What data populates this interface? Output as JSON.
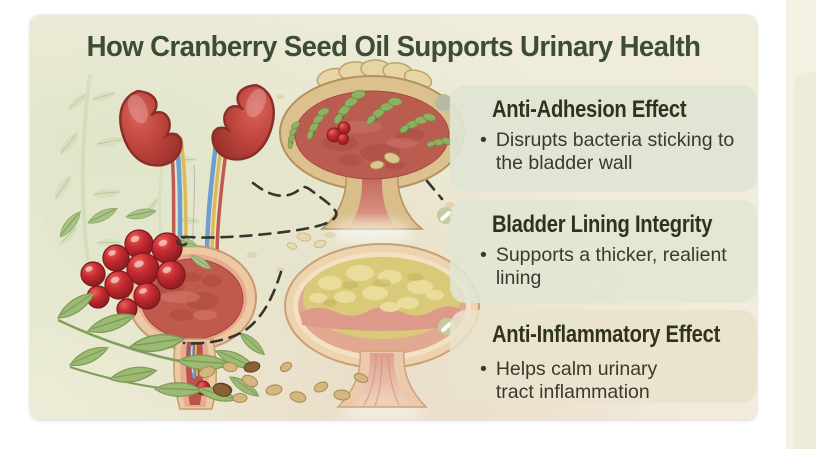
{
  "title": "How Cranberry Seed Oil Supports Urinary Health",
  "cards": [
    {
      "title": "Anti-Adhesion Effect",
      "bullet": "•",
      "body": "Disrupts bacteria sticking to the bladder wall",
      "icon": "dot"
    },
    {
      "title": "Bladder Lining Integrity",
      "bullet": "•",
      "body": "Supports a thicker, realient lining",
      "icon": "capsule"
    },
    {
      "title": "Anti-Inflammatory Effect",
      "bullet": "•",
      "body": "Helps calm urinary tract inflammation",
      "icon": "capsule"
    }
  ],
  "illustration_alt": "Kidneys with ureters and bladder anatomy, cranberries, leaves and seeds; infected bladder cross-section and healthy bladder cross-section linked by dashed lines",
  "palette": {
    "page_background": "#ffffff",
    "slide_background": "#f4f0e1",
    "title_green": "#3d4c35",
    "heading_text": "#2f331d",
    "body_text": "#3a392e",
    "card_green": "#e0e6d4",
    "card_cream": "#e9e3cd",
    "kidney_red": "#bc443d",
    "cranberry_red": "#c62c31",
    "leaf_green": "#9cba74",
    "bladder_wall_tan": "#dcc18f",
    "urine_yellow": "#d9ca79"
  }
}
